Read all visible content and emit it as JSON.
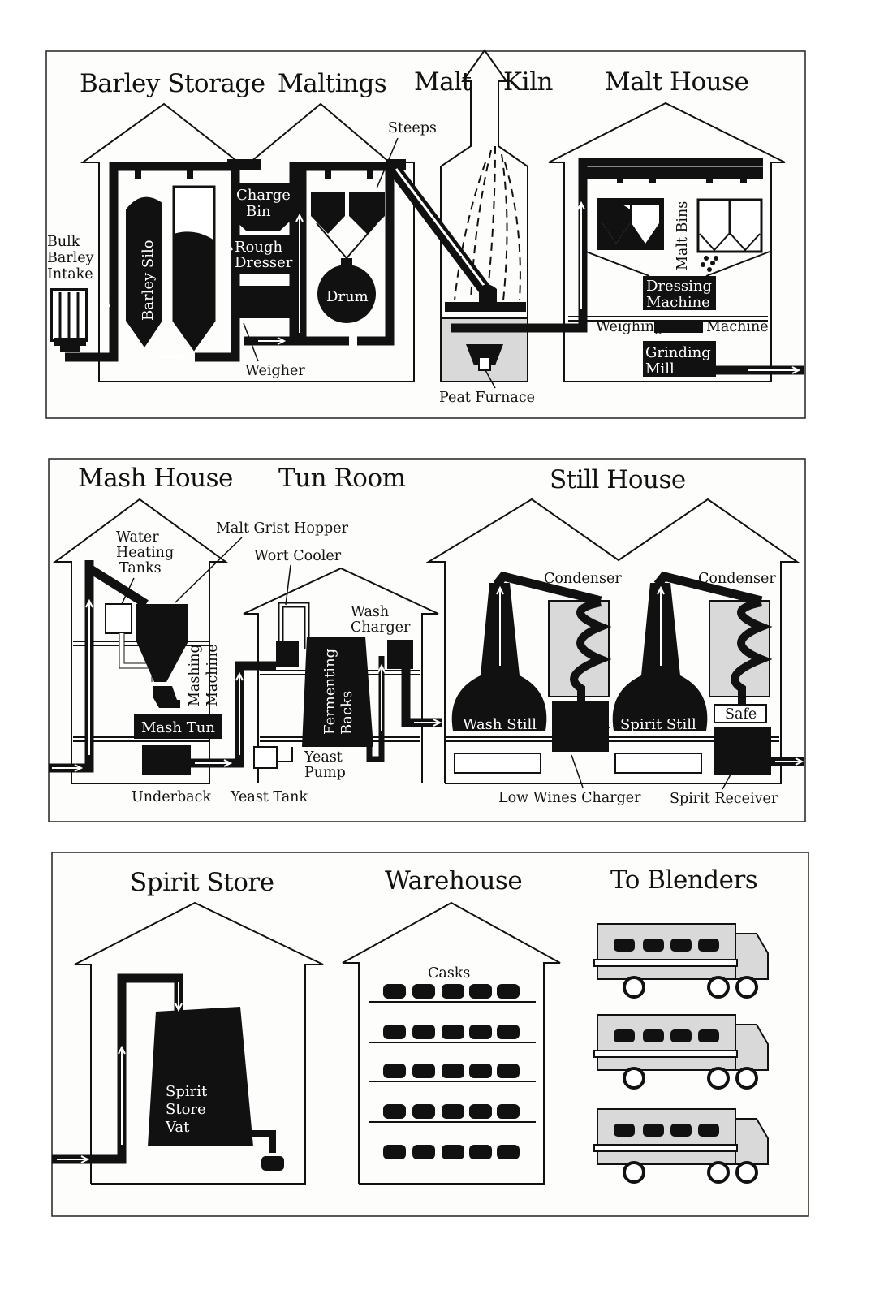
{
  "malting": {
    "titles": {
      "barley_storage": "Barley Storage",
      "maltings": "Maltings",
      "malt": "Malt",
      "kiln": "Kiln",
      "malt_house": "Malt House"
    },
    "labels": {
      "steeps": "Steeps",
      "bulk": "Bulk",
      "barley": "Barley",
      "intake": "Intake",
      "barley_silo": "Barley Silo",
      "charge": "Charge",
      "bin": "Bin",
      "rough": "Rough",
      "dresser": "Dresser",
      "drum": "Drum",
      "weigher": "Weigher",
      "peat_furnace": "Peat Furnace",
      "malt_bins": "Malt Bins",
      "dressing": "Dressing",
      "machine": "Machine",
      "weighing": "Weighing",
      "machine2": "Machine",
      "grinding": "Grinding",
      "mill": "Mill"
    }
  },
  "distilling": {
    "titles": {
      "mash_house": "Mash House",
      "tun_room": "Tun Room",
      "still_house": "Still House"
    },
    "labels": {
      "water": "Water",
      "heating": "Heating",
      "tanks": "Tanks",
      "malt_grist_hopper": "Malt Grist Hopper",
      "wort_cooler": "Wort Cooler",
      "wash": "Wash",
      "charger": "Charger",
      "condenser1": "Condenser",
      "condenser2": "Condenser",
      "mashing": "Mashing",
      "machine": "Machine",
      "mash_tun": "Mash Tun",
      "fermenting": "Fermenting",
      "backs": "Backs",
      "yeast": "Yeast",
      "pump": "Pump",
      "yeast_tank": "Yeast Tank",
      "underback": "Underback",
      "wash_still": "Wash Still",
      "spirit_still": "Spirit Still",
      "safe": "Safe",
      "low_wines_charger": "Low Wines Charger",
      "spirit_receiver": "Spirit Receiver"
    }
  },
  "storage": {
    "titles": {
      "spirit_store": "Spirit Store",
      "warehouse": "Warehouse",
      "to_blenders": "To Blenders"
    },
    "labels": {
      "casks": "Casks",
      "spirit": "Spirit",
      "store": "Store",
      "vat": "Vat"
    }
  },
  "icons": [
    "up-arrow-icon",
    "right-arrow-icon",
    "cask-icon",
    "truck-icon"
  ]
}
